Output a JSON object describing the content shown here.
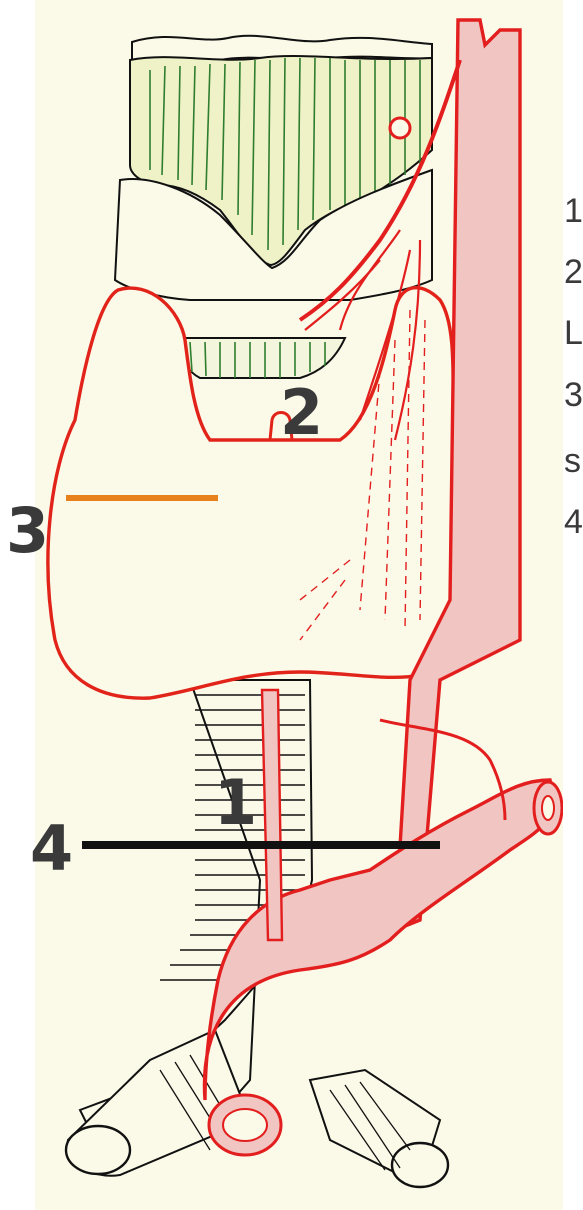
{
  "labels": {
    "one": "1",
    "two": "2",
    "three": "3",
    "four": "4"
  },
  "cut_text": [
    "1",
    "2",
    "L",
    "3",
    "s",
    "4"
  ],
  "colors": {
    "paper": "#fbf9e8",
    "artery": "#e31e1e",
    "artery_fill": "#f1c6c2",
    "gland_outline": "#e2231a",
    "cartilage_green": "#2f7d2f",
    "thyroid_cartilage_fill": "#eef2c6",
    "trachea_ink": "#222222",
    "pointer_orange": "#e8801c",
    "pointer_black": "#111111",
    "label_grey": "#3a3a3a"
  }
}
